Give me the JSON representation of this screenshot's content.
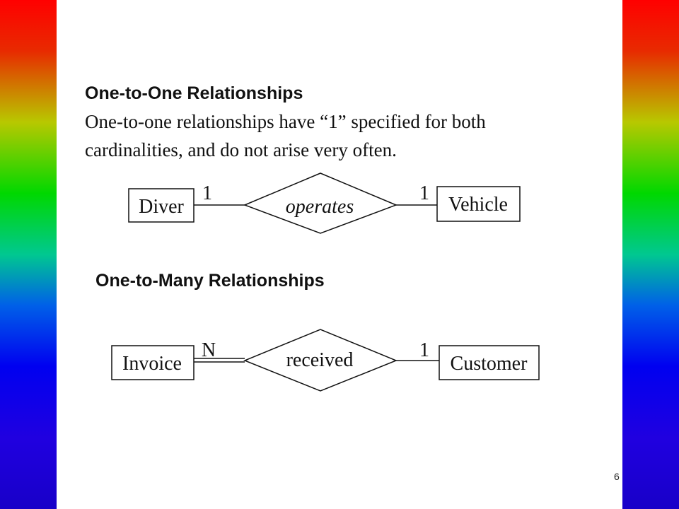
{
  "slide": {
    "heading_one_to_one": "One-to-One Relationships",
    "description_lines": [
      "One-to-one relationships have “1” specified for both",
      "cardinalities, and do not arise very often."
    ],
    "heading_one_to_many": "One-to-Many Relationships",
    "page_number": "6"
  },
  "diagram_one_to_one": {
    "left_entity": "Diver",
    "relationship": "operates",
    "right_entity": "Vehicle",
    "left_cardinality": "1",
    "right_cardinality": "1"
  },
  "diagram_one_to_many": {
    "left_entity": "Invoice",
    "relationship": "received",
    "right_entity": "Customer",
    "left_cardinality": "N",
    "right_cardinality": "1"
  },
  "colors": {
    "side_band_gradient": [
      "#ff0000",
      "#00d800",
      "#0000f0"
    ],
    "ink": "#111111"
  }
}
